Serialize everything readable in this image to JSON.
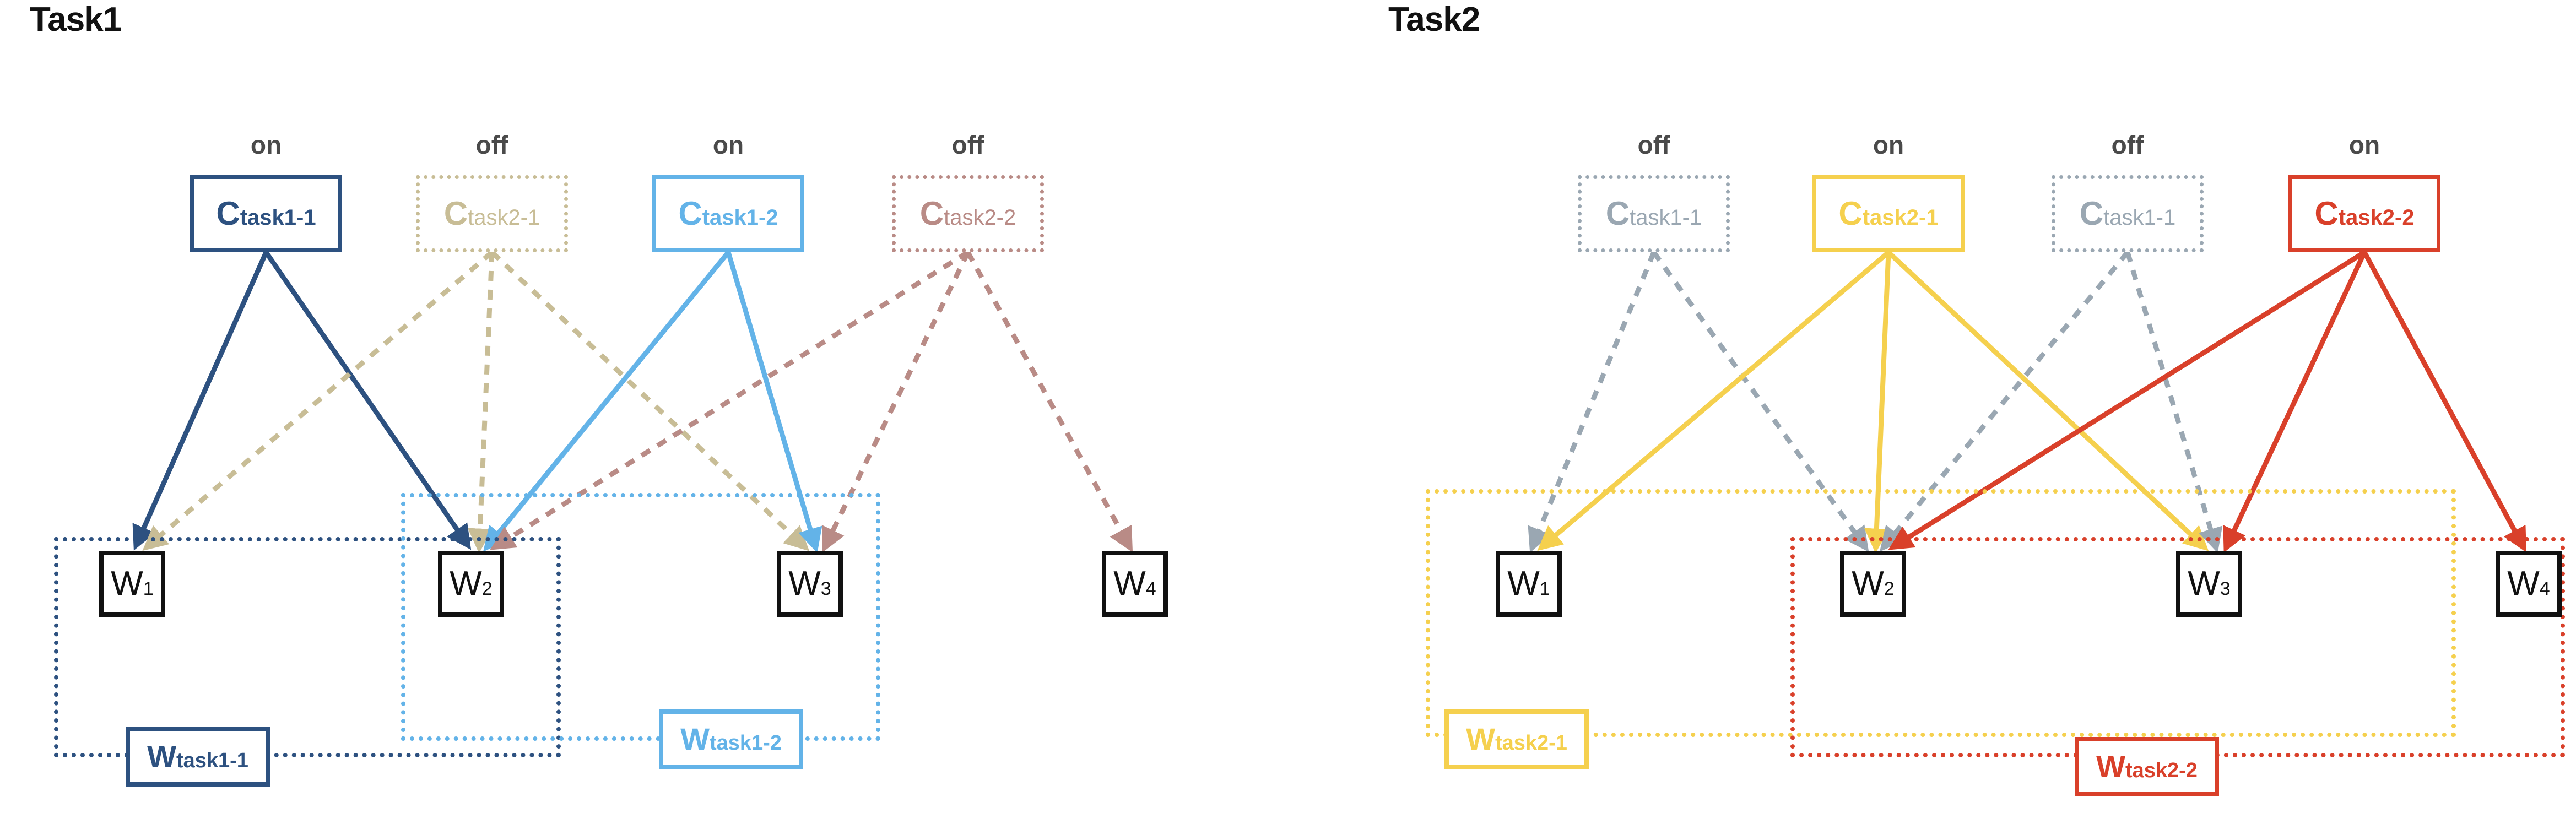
{
  "colors": {
    "dark_navy": "#2d5180",
    "khaki": "#c8bd96",
    "light_blue": "#63b3e8",
    "mauve": "#b98b86",
    "slate_gray": "#9aa7b2",
    "yellow": "#f5d04e",
    "red": "#d9402a",
    "node_black": "#111111",
    "caption_gray": "#4a4a4a"
  },
  "panels": [
    {
      "id": "task1",
      "title": "Task1",
      "controllers": [
        {
          "state": "on",
          "prefix": "C",
          "sub": "task1-1",
          "color": "#2d5180",
          "active": true
        },
        {
          "state": "off",
          "prefix": "C",
          "sub": "task2-1",
          "color": "#c8bd96",
          "active": false
        },
        {
          "state": "on",
          "prefix": "C",
          "sub": "task1-2",
          "color": "#63b3e8",
          "active": true
        },
        {
          "state": "off",
          "prefix": "C",
          "sub": "task2-2",
          "color": "#b98b86",
          "active": false
        }
      ],
      "workers": [
        {
          "prefix": "W",
          "sub": "1"
        },
        {
          "prefix": "W",
          "sub": "2"
        },
        {
          "prefix": "W",
          "sub": "3"
        },
        {
          "prefix": "W",
          "sub": "4"
        }
      ],
      "groups": [
        {
          "prefix": "W",
          "sub": "task1-1",
          "color": "#2d5180",
          "covers": [
            "W1",
            "W2"
          ]
        },
        {
          "prefix": "W",
          "sub": "task1-2",
          "color": "#63b3e8",
          "covers": [
            "W2",
            "W3"
          ]
        }
      ],
      "edges": [
        {
          "from": "C_task1-1",
          "to": "W1",
          "color": "#2d5180",
          "style": "solid"
        },
        {
          "from": "C_task1-1",
          "to": "W2",
          "color": "#2d5180",
          "style": "solid"
        },
        {
          "from": "C_task2-1",
          "to": "W1",
          "color": "#c8bd96",
          "style": "dotted"
        },
        {
          "from": "C_task2-1",
          "to": "W2",
          "color": "#c8bd96",
          "style": "dotted"
        },
        {
          "from": "C_task2-1",
          "to": "W3",
          "color": "#c8bd96",
          "style": "dotted"
        },
        {
          "from": "C_task1-2",
          "to": "W2",
          "color": "#63b3e8",
          "style": "solid"
        },
        {
          "from": "C_task1-2",
          "to": "W3",
          "color": "#63b3e8",
          "style": "solid"
        },
        {
          "from": "C_task2-2",
          "to": "W2",
          "color": "#b98b86",
          "style": "dotted"
        },
        {
          "from": "C_task2-2",
          "to": "W3",
          "color": "#b98b86",
          "style": "dotted"
        },
        {
          "from": "C_task2-2",
          "to": "W4",
          "color": "#b98b86",
          "style": "dotted"
        }
      ]
    },
    {
      "id": "task2",
      "title": "Task2",
      "controllers": [
        {
          "state": "off",
          "prefix": "C",
          "sub": "task1-1",
          "color": "#9aa7b2",
          "active": false
        },
        {
          "state": "on",
          "prefix": "C",
          "sub": "task2-1",
          "color": "#f5d04e",
          "active": true
        },
        {
          "state": "off",
          "prefix": "C",
          "sub": "task1-1",
          "color": "#9aa7b2",
          "active": false
        },
        {
          "state": "on",
          "prefix": "C",
          "sub": "task2-2",
          "color": "#d9402a",
          "active": true
        }
      ],
      "workers": [
        {
          "prefix": "W",
          "sub": "1"
        },
        {
          "prefix": "W",
          "sub": "2"
        },
        {
          "prefix": "W",
          "sub": "3"
        },
        {
          "prefix": "W",
          "sub": "4"
        }
      ],
      "groups": [
        {
          "prefix": "W",
          "sub": "task2-1",
          "color": "#f5d04e",
          "covers": [
            "W1",
            "W2",
            "W3"
          ]
        },
        {
          "prefix": "W",
          "sub": "task2-2",
          "color": "#d9402a",
          "covers": [
            "W2",
            "W3",
            "W4"
          ]
        }
      ],
      "edges": [
        {
          "from": "C_task1-1_a",
          "to": "W1",
          "color": "#9aa7b2",
          "style": "dotted"
        },
        {
          "from": "C_task1-1_a",
          "to": "W2",
          "color": "#9aa7b2",
          "style": "dotted"
        },
        {
          "from": "C_task2-1",
          "to": "W1",
          "color": "#f5d04e",
          "style": "solid"
        },
        {
          "from": "C_task2-1",
          "to": "W2",
          "color": "#f5d04e",
          "style": "solid"
        },
        {
          "from": "C_task2-1",
          "to": "W3",
          "color": "#f5d04e",
          "style": "solid"
        },
        {
          "from": "C_task1-1_b",
          "to": "W2",
          "color": "#9aa7b2",
          "style": "dotted"
        },
        {
          "from": "C_task1-1_b",
          "to": "W3",
          "color": "#9aa7b2",
          "style": "dotted"
        },
        {
          "from": "C_task2-2",
          "to": "W2",
          "color": "#d9402a",
          "style": "solid"
        },
        {
          "from": "C_task2-2",
          "to": "W3",
          "color": "#d9402a",
          "style": "solid"
        },
        {
          "from": "C_task2-2",
          "to": "W4",
          "color": "#d9402a",
          "style": "solid"
        }
      ]
    }
  ]
}
